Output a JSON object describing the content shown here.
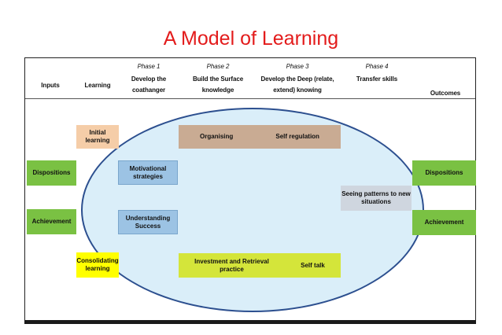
{
  "title": "A Model of Learning",
  "headers": {
    "inputs": "Inputs",
    "learning": "Learning",
    "phase1": "Phase 1",
    "phase1_label_1": "Develop the",
    "phase1_label_2": "coathanger",
    "phase2": "Phase 2",
    "phase2_label_1": "Build the Surface",
    "phase2_label_2": "knowledge",
    "phase3": "Phase 3",
    "phase3_label_1": "Develop the Deep (relate,",
    "phase3_label_2": "extend) knowing",
    "phase4": "Phase 4",
    "phase4_label": "Transfer skills",
    "outcomes": "Outcomes"
  },
  "boxes": {
    "initial_learning_1": "Initial",
    "initial_learning_2": "learning",
    "dispositions_left": "Dispositions",
    "achievement_left": "Achievement",
    "consolidating_1": "Consolidating",
    "consolidating_2": "learning",
    "motivational_1": "Motivational",
    "motivational_2": "strategies",
    "understanding_1": "Understanding",
    "understanding_2": "Success",
    "organising": "Organising",
    "self_regulation": "Self regulation",
    "investment_1": "Investment and Retrieval",
    "investment_2": "practice",
    "self_talk": "Self talk",
    "seeing_patterns_1": "Seeing patterns to new",
    "seeing_patterns_2": "situations",
    "dispositions_right": "Dispositions",
    "achievement_right": "Achievement"
  },
  "colors": {
    "title": "#e31b1b",
    "green": "#7ac143",
    "peach": "#f5cda8",
    "blue": "#9cc3e4",
    "tan": "#c9ab93",
    "gray": "#cfd6df",
    "lime": "#d4e53a",
    "yellow": "#ffff00",
    "ellipse_fill": "#daeef9",
    "ellipse_stroke": "#2c4f8f"
  }
}
